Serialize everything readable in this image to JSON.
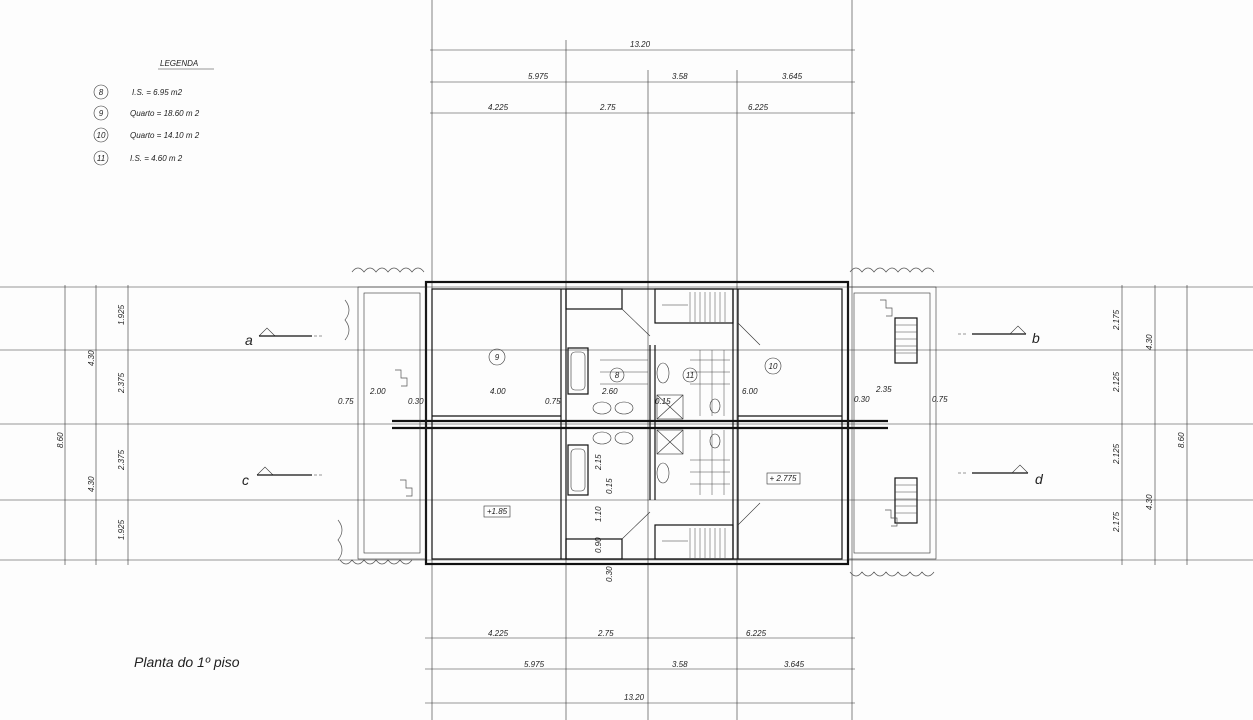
{
  "plan": {
    "title": "Planta do 1º piso",
    "legend": {
      "heading": "LEGENDA",
      "items": [
        {
          "num": "8",
          "text": "I.S. =  6.95  m2"
        },
        {
          "num": "9",
          "text": "Quarto  =  18.60 m 2"
        },
        {
          "num": "10",
          "text": "Quarto  =  14.10 m 2"
        },
        {
          "num": "11",
          "text": "I.S.  =  4.60 m 2"
        }
      ]
    },
    "rooms": {
      "r8": "8",
      "r9": "9",
      "r10": "10",
      "r11": "11"
    },
    "levels": {
      "left": "+1.85",
      "right": "+ 2.775"
    },
    "sections": {
      "a": "a",
      "b": "b",
      "c": "c",
      "d": "d"
    },
    "dims": {
      "total": "13.20",
      "d5975": "5.975",
      "d358": "3.58",
      "d3645": "3.645",
      "d4225": "4.225",
      "d275": "2.75",
      "d6225": "6.225",
      "d400": "4.00",
      "d260": "2.60",
      "d600": "6.00",
      "d200": "2.00",
      "d235": "2.35",
      "d075": "0.75",
      "d030": "0.30",
      "d015": "0.15",
      "d1925": "1.925",
      "d2375": "2.375",
      "d430": "4.30",
      "d860": "8.60",
      "d2175": "2.175",
      "d2125": "2.125",
      "d215": "2.15",
      "d110": "1.10",
      "d090": "0.90"
    }
  }
}
